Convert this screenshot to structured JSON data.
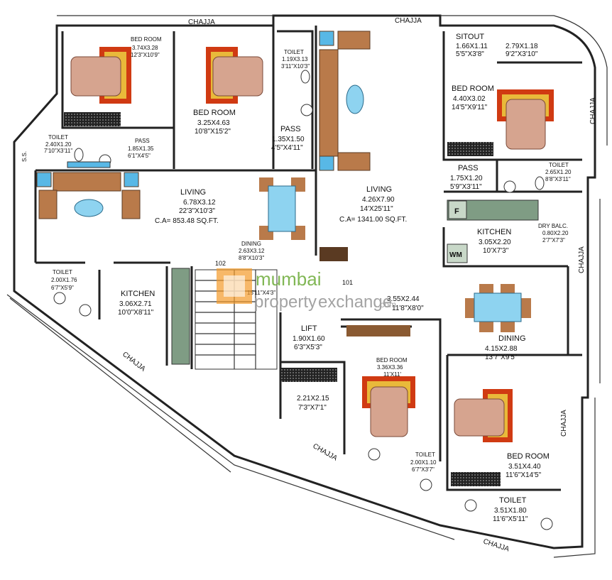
{
  "chajja": {
    "top_left": "CHAJJA",
    "top_right": "CHAJJA",
    "right_1": "CHAJJA",
    "right_2": "CHAJJA",
    "right_3": "CHAJJA",
    "bottom_1": "CHAJJA",
    "bottom_2": "CHAJJA",
    "bottom_3": "CHAJJA"
  },
  "flat_102": {
    "number": "102",
    "bedroom1": {
      "name": "BED ROOM",
      "metric": "3.74X3.28",
      "imperial": "12'3\"X10'9\""
    },
    "bedroom2": {
      "name": "BED ROOM",
      "metric": "3.25X4.63",
      "imperial": "10'8\"X15'2\""
    },
    "toilet_top": {
      "name": "TOILET",
      "metric": "1.19X3.13",
      "imperial": "3'11\"X10'3\""
    },
    "pass_small": {
      "name": "PASS",
      "metric": "1.85X1.35",
      "imperial": "6'1\"X4'5\""
    },
    "pass_large": {
      "name": "PASS",
      "metric": "1.35X1.50",
      "imperial": "4'5\"X4'11\""
    },
    "toilet_left": {
      "name": "TOILET",
      "metric": "2.40X1.20",
      "imperial": "7'10\"X3'11\""
    },
    "ss": "S.S.",
    "living": {
      "name": "LIVING",
      "metric": "6.78X3.12",
      "imperial": "22'3\"X10'3\"",
      "ca": "C.A= 853.48 SQ.FT."
    },
    "dining": {
      "name": "DINING",
      "metric": "2.63X3.12",
      "imperial": "8'8\"X10'3\""
    },
    "toilet_bottom": {
      "name": "TOILET",
      "metric": "2.00X1.76",
      "imperial": "6'7\"X5'9\""
    },
    "kitchen": {
      "name": "KITCHEN",
      "metric": "3.06X2.71",
      "imperial": "10'0\"X8'11\""
    },
    "hidden": {
      "metric": "15'11\"X4'3\""
    }
  },
  "flat_101": {
    "number": "101",
    "living": {
      "name": "LIVING",
      "metric": "4.26X7.90",
      "imperial": "14'X25'11\"",
      "ca": "C.A= 1341.00 SQ.FT."
    },
    "sitout": {
      "name": "SITOUT",
      "metric": "1.66X1.11",
      "imperial": "5'5\"X3'8\""
    },
    "balcony": {
      "metric": "2.79X1.18",
      "imperial": "9'2\"X3'10\""
    },
    "bedroom_top": {
      "name": "BED ROOM",
      "metric": "4.40X3.02",
      "imperial": "14'5\"X9'11\""
    },
    "pass": {
      "name": "PASS",
      "metric": "1.75X1.20",
      "imperial": "5'9\"X3'11\""
    },
    "toilet_top": {
      "name": "TOILET",
      "metric": "2.65X1.20",
      "imperial": "8'8\"X3'11\""
    },
    "kitchen": {
      "name": "KITCHEN",
      "metric": "3.05X2.20",
      "imperial": "10'X7'3\""
    },
    "dry_balc": {
      "name": "DRY BALC.",
      "metric": "0.80X2.20",
      "imperial": "2'7\"X7'3\""
    },
    "fridge": "F",
    "wm": "WM",
    "foyer": {
      "metric": "3.55X2.44",
      "imperial": "11'8\"X8'0\""
    },
    "dining": {
      "name": "DINING",
      "metric": "4.15X2.88",
      "imperial": "13'7\"X9'5\""
    },
    "bedroom_mid": {
      "name": "BED ROOM",
      "metric": "3.36X3.36",
      "imperial": "11'X11'"
    },
    "toilet_mid": {
      "name": "TOILET",
      "metric": "2.00X1.10",
      "imperial": "6'7\"X3'7\""
    },
    "bedroom_right": {
      "name": "BED ROOM",
      "metric": "3.51X4.40",
      "imperial": "11'6\"X14'5\""
    },
    "toilet_right": {
      "name": "TOILET",
      "metric": "3.51X1.80",
      "imperial": "11'6\"X5'11\""
    }
  },
  "common": {
    "lift": {
      "name": "LIFT",
      "metric": "1.90X1.60",
      "imperial": "6'3\"X5'3\""
    },
    "lobby": {
      "metric": "2.21X2.15",
      "imperial": "7'3\"X7'1\""
    }
  },
  "watermark": {
    "mumbai": "mumbai",
    "property": "property",
    "exchange": "exchange",
    "com": ".com"
  },
  "colors": {
    "wall": "#222222",
    "bed_frame": "#d03a12",
    "bed_inner": "#e9b93a",
    "sheet": "#d6a48f",
    "sofa": "#b97a4a",
    "table": "#8ed3f0",
    "counter": "#7f9c84",
    "watermark_orange": "#f39a29",
    "watermark_green": "#74b043",
    "watermark_gray": "#9a9a9a"
  }
}
